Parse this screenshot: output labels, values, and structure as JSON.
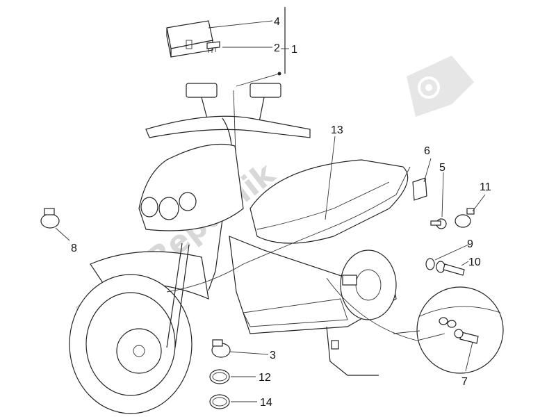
{
  "watermark": {
    "text": "PartsRepublik",
    "icon": "gear-flag-icon"
  },
  "callouts": {
    "c1": "1",
    "c2": "2",
    "c3": "3",
    "c4": "4",
    "c5": "5",
    "c6": "6",
    "c7": "7",
    "c8": "8",
    "c9": "9",
    "c10": "10",
    "c11": "11",
    "c12": "12",
    "c13": "13",
    "c14": "14"
  },
  "colors": {
    "line": "#222222",
    "watermark": "#d8d8d8",
    "background": "#ffffff"
  }
}
